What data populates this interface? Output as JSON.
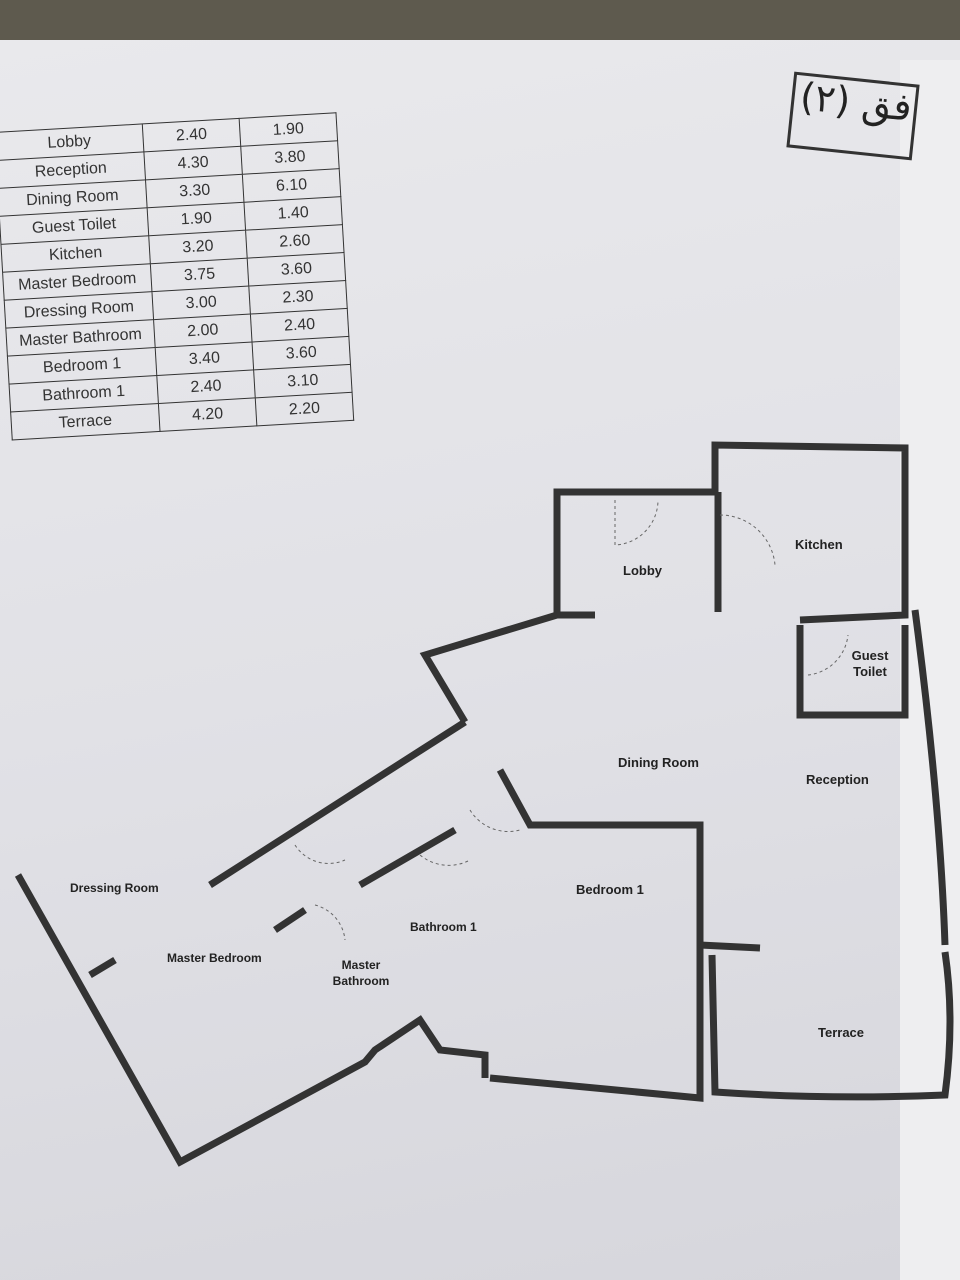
{
  "header": {
    "title": "فق (٢)"
  },
  "room_table": {
    "rows": [
      {
        "room": "Lobby",
        "a": "2.40",
        "b": "1.90"
      },
      {
        "room": "Reception",
        "a": "4.30",
        "b": "3.80"
      },
      {
        "room": "Dining Room",
        "a": "3.30",
        "b": "6.10"
      },
      {
        "room": "Guest Toilet",
        "a": "1.90",
        "b": "1.40"
      },
      {
        "room": "Kitchen",
        "a": "3.20",
        "b": "2.60"
      },
      {
        "room": "Master Bedroom",
        "a": "3.75",
        "b": "3.60"
      },
      {
        "room": "Dressing Room",
        "a": "3.00",
        "b": "2.30"
      },
      {
        "room": "Master Bathroom",
        "a": "2.00",
        "b": "2.40"
      },
      {
        "room": "Bedroom 1",
        "a": "3.40",
        "b": "3.60"
      },
      {
        "room": "Bathroom 1",
        "a": "2.40",
        "b": "3.10"
      },
      {
        "room": "Terrace",
        "a": "4.20",
        "b": "2.20"
      }
    ]
  },
  "floor_plan": {
    "labels": {
      "kitchen": "Kitchen",
      "lobby": "Lobby",
      "guest_toilet": "Guest Toilet",
      "dining_room": "Dining Room",
      "reception": "Reception",
      "bedroom_1": "Bedroom 1",
      "bathroom_1": "Bathroom 1",
      "dressing_room": "Dressing Room",
      "master_bedroom": "Master Bedroom",
      "master_bathroom": "Master Bathroom",
      "terrace": "Terrace"
    }
  }
}
